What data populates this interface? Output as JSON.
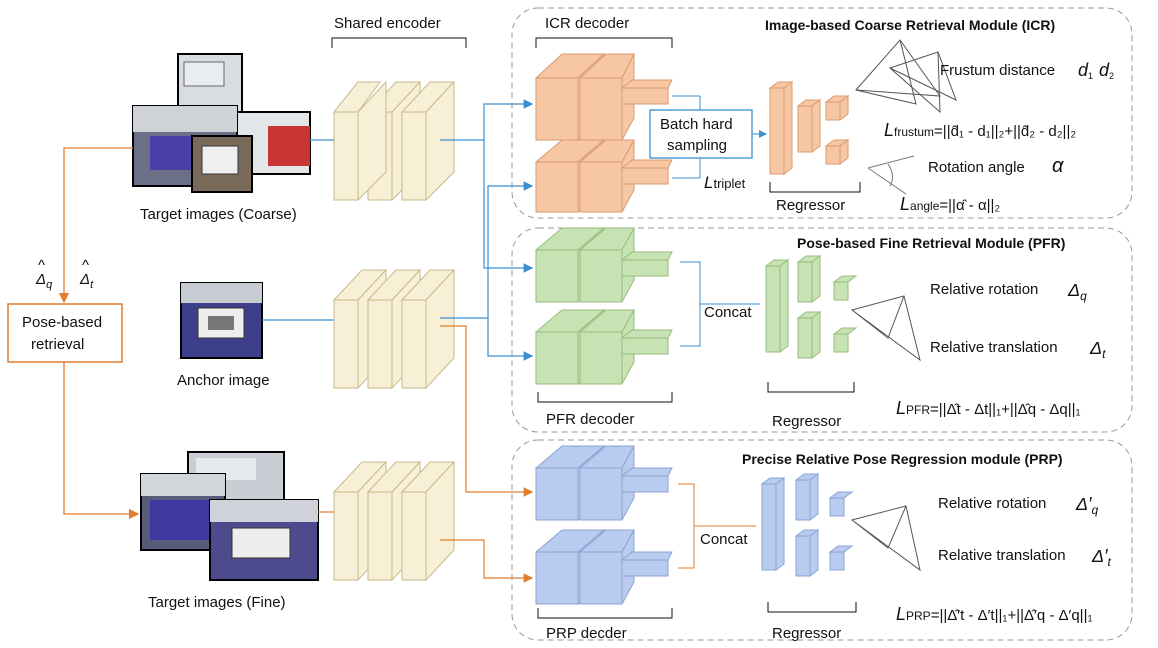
{
  "encoder": {
    "title": "Shared encoder"
  },
  "images": {
    "coarse_caption": "Target images (Coarse)",
    "anchor_caption": "Anchor image",
    "fine_caption": "Target images (Fine)"
  },
  "left": {
    "dq": "Δ",
    "dq_sub": "q",
    "dt": "Δ",
    "dt_sub": "t",
    "box_line1": "Pose-based",
    "box_line2": "retrieval"
  },
  "icr": {
    "title": "Image-based Coarse Retrieval Module (ICR)",
    "decoder_label": "ICR  decoder",
    "batch_line1": "Batch hard",
    "batch_line2": "sampling",
    "triplet_L": "L",
    "triplet_sub": "triplet",
    "regressor": "Regressor",
    "frustum_text": "Frustum distance",
    "frustum_d": "d",
    "frustum_s1": "1",
    "frustum_s2": "2",
    "loss_frustum": "L",
    "loss_frustum_sub": "frustum",
    "loss_frustum_eq": "=||d̂₁ - d₁||₂+||d̂₂ - d₂||₂",
    "rotation_text": "Rotation angle",
    "alpha": "α",
    "loss_angle": "L",
    "loss_angle_sub": "angle",
    "loss_angle_eq": "=||α̂ - α||₂"
  },
  "pfr": {
    "title": "Pose-based Fine Retrieval Module (PFR)",
    "concat": "Concat",
    "decoder_label": "PFR decoder",
    "regressor": "Regressor",
    "rel_rot": "Relative rotation",
    "rel_trans": "Relative translation",
    "rot_sym": "Δ",
    "rot_sub": "q",
    "trans_sym": "Δ",
    "trans_sub": "t",
    "loss": "L",
    "loss_sub": "PFR",
    "loss_eq": "=||Δ̂t - Δt||₁+||Δ̂q - Δq||₁"
  },
  "prp": {
    "title": "Precise Relative Pose Regression module (PRP)",
    "concat": "Concat",
    "decoder_label": "PRP decder",
    "regressor": "Regressor",
    "rel_rot": "Relative rotation",
    "rel_trans": "Relative translation",
    "rot_sym": "Δ′",
    "rot_sub": "q",
    "trans_sym": "Δ′",
    "trans_sub": "t",
    "loss": "L",
    "loss_sub": "PRP",
    "loss_eq": "=||Δ̂′t - Δ′t||₁+||Δ̂′q - Δ′q||₁"
  },
  "colors": {
    "encoder": "#f8f0d6",
    "icr": "#f7c6a3",
    "pfr": "#c7e3b4",
    "prp": "#b9cbee",
    "blue_arrow": "#3a8fd0",
    "orange_arrow": "#e07d2e"
  }
}
